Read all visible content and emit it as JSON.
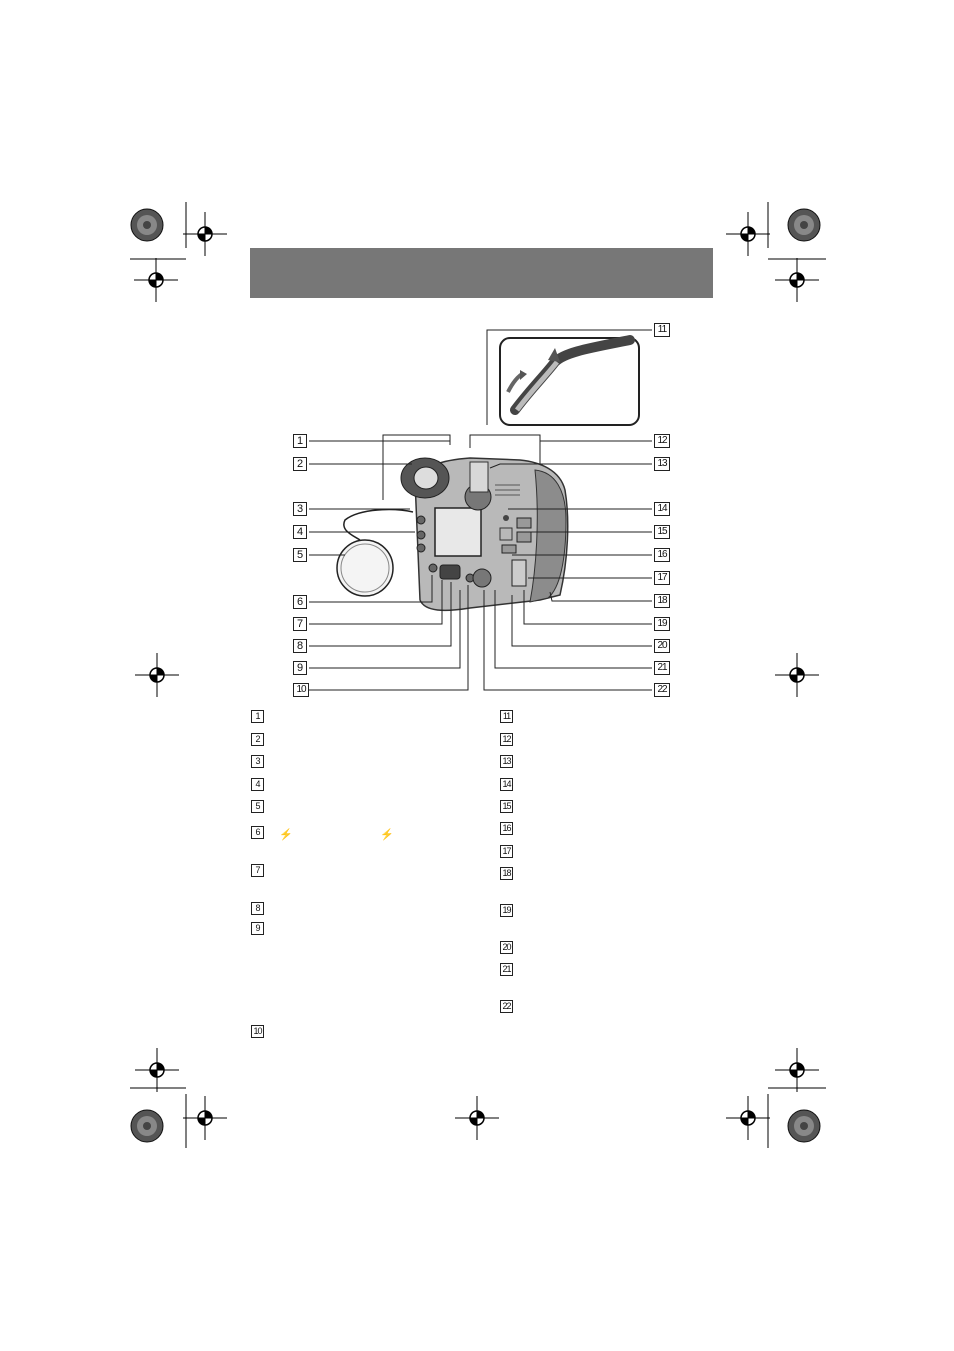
{
  "header": {
    "band_color": "#777777"
  },
  "figure": {
    "callouts_left": [
      "1",
      "2",
      "3",
      "4",
      "5",
      "6",
      "7",
      "8",
      "9",
      "10"
    ],
    "callouts_right": [
      "11",
      "12",
      "13",
      "14",
      "15",
      "16",
      "17",
      "18",
      "19",
      "20",
      "21",
      "22"
    ]
  },
  "legend": {
    "left": [
      {
        "num": "1"
      },
      {
        "num": "2"
      },
      {
        "num": "3"
      },
      {
        "num": "4"
      },
      {
        "num": "5"
      },
      {
        "num": "6",
        "glyph": "⚡"
      },
      {
        "num": "7"
      },
      {
        "num": "8"
      },
      {
        "num": "9"
      },
      {
        "num": "10"
      }
    ],
    "right": [
      {
        "num": "11"
      },
      {
        "num": "12"
      },
      {
        "num": "13"
      },
      {
        "num": "14"
      },
      {
        "num": "15"
      },
      {
        "num": "16"
      },
      {
        "num": "17"
      },
      {
        "num": "18"
      },
      {
        "num": "19"
      },
      {
        "num": "20"
      },
      {
        "num": "21"
      },
      {
        "num": "22"
      }
    ]
  }
}
